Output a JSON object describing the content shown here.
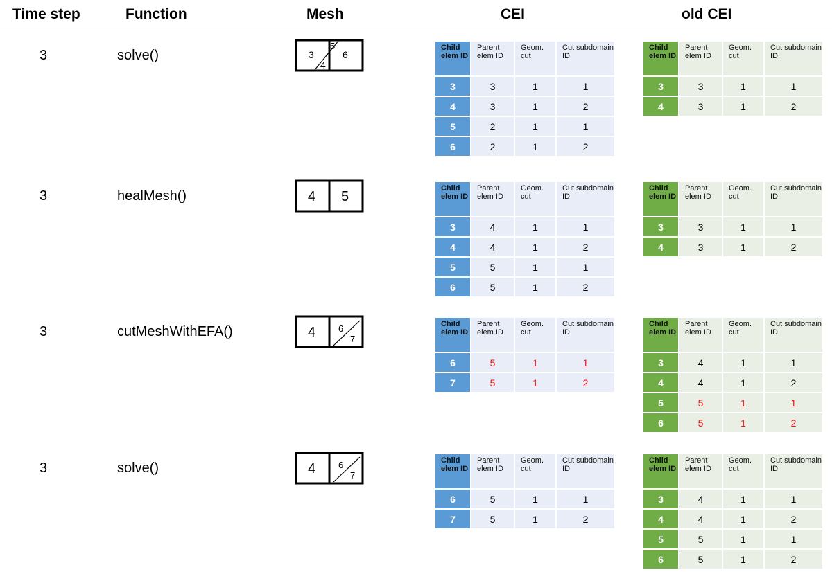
{
  "headers": {
    "time_step": "Time step",
    "function": "Function",
    "mesh": "Mesh",
    "cei": "CEI",
    "old_cei": "old CEI"
  },
  "table_headers": [
    "Child elem ID",
    "Parent elem ID",
    "Geom. cut",
    "Cut subdomain ID"
  ],
  "colors": {
    "blue": "#5b9bd5",
    "blue_light": "#e8edf7",
    "green": "#70ad47",
    "green_light": "#e9efe5",
    "changed": "#ee1111"
  },
  "steps": [
    {
      "time_step": "3",
      "function": "solve()",
      "mesh": {
        "left_a": "3",
        "left_b": "4",
        "right_a": "5",
        "right_b": "6"
      },
      "cei": [
        {
          "child": "3",
          "parent": "3",
          "geom": "1",
          "cut": "1",
          "changed": false
        },
        {
          "child": "4",
          "parent": "3",
          "geom": "1",
          "cut": "2",
          "changed": false
        },
        {
          "child": "5",
          "parent": "2",
          "geom": "1",
          "cut": "1",
          "changed": false
        },
        {
          "child": "6",
          "parent": "2",
          "geom": "1",
          "cut": "2",
          "changed": false
        }
      ],
      "old_cei": [
        {
          "child": "3",
          "parent": "3",
          "geom": "1",
          "cut": "1",
          "changed": false
        },
        {
          "child": "4",
          "parent": "3",
          "geom": "1",
          "cut": "2",
          "changed": false
        }
      ]
    },
    {
      "time_step": "3",
      "function": "healMesh()",
      "mesh": {
        "left": "4",
        "right": "5"
      },
      "cei": [
        {
          "child": "3",
          "parent": "4",
          "geom": "1",
          "cut": "1",
          "changed": false
        },
        {
          "child": "4",
          "parent": "4",
          "geom": "1",
          "cut": "2",
          "changed": false
        },
        {
          "child": "5",
          "parent": "5",
          "geom": "1",
          "cut": "1",
          "changed": false
        },
        {
          "child": "6",
          "parent": "5",
          "geom": "1",
          "cut": "2",
          "changed": false
        }
      ],
      "old_cei": [
        {
          "child": "3",
          "parent": "3",
          "geom": "1",
          "cut": "1",
          "changed": false
        },
        {
          "child": "4",
          "parent": "3",
          "geom": "1",
          "cut": "2",
          "changed": false
        }
      ]
    },
    {
      "time_step": "3",
      "function": "cutMeshWithEFA()",
      "mesh": {
        "left": "4",
        "right_a": "6",
        "right_b": "7"
      },
      "cei": [
        {
          "child": "6",
          "parent": "5",
          "geom": "1",
          "cut": "1",
          "changed": true
        },
        {
          "child": "7",
          "parent": "5",
          "geom": "1",
          "cut": "2",
          "changed": true
        }
      ],
      "old_cei": [
        {
          "child": "3",
          "parent": "4",
          "geom": "1",
          "cut": "1",
          "changed": false
        },
        {
          "child": "4",
          "parent": "4",
          "geom": "1",
          "cut": "2",
          "changed": false
        },
        {
          "child": "5",
          "parent": "5",
          "geom": "1",
          "cut": "1",
          "changed": true
        },
        {
          "child": "6",
          "parent": "5",
          "geom": "1",
          "cut": "2",
          "changed": true
        }
      ]
    },
    {
      "time_step": "3",
      "function": "solve()",
      "mesh": {
        "left": "4",
        "right_a": "6",
        "right_b": "7"
      },
      "cei": [
        {
          "child": "6",
          "parent": "5",
          "geom": "1",
          "cut": "1",
          "changed": false
        },
        {
          "child": "7",
          "parent": "5",
          "geom": "1",
          "cut": "2",
          "changed": false
        }
      ],
      "old_cei": [
        {
          "child": "3",
          "parent": "4",
          "geom": "1",
          "cut": "1",
          "changed": false
        },
        {
          "child": "4",
          "parent": "4",
          "geom": "1",
          "cut": "2",
          "changed": false
        },
        {
          "child": "5",
          "parent": "5",
          "geom": "1",
          "cut": "1",
          "changed": false
        },
        {
          "child": "6",
          "parent": "5",
          "geom": "1",
          "cut": "2",
          "changed": false
        }
      ]
    }
  ]
}
